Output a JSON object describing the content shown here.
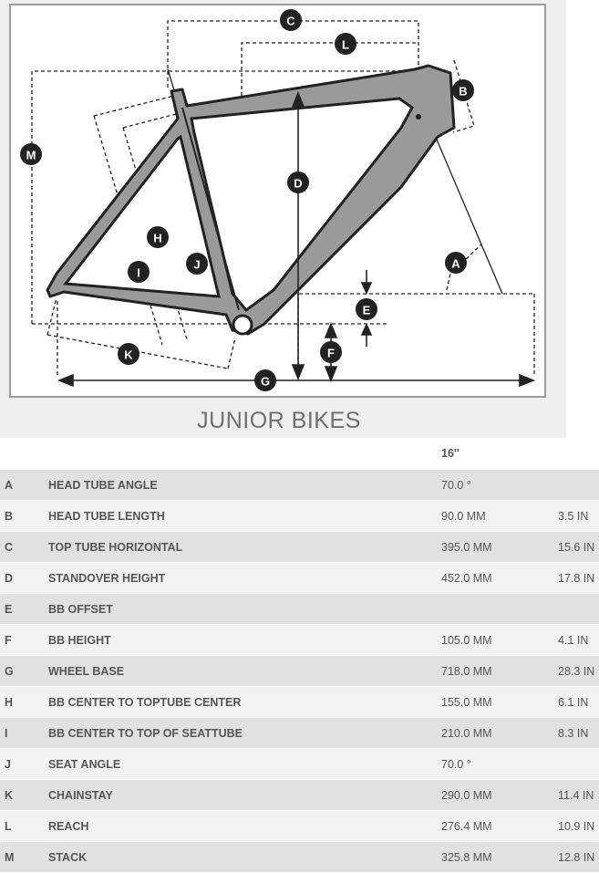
{
  "diagram": {
    "title": "JUNIOR BIKES",
    "callouts": [
      "A",
      "B",
      "C",
      "D",
      "E",
      "F",
      "G",
      "H",
      "I",
      "J",
      "K",
      "L",
      "M"
    ]
  },
  "table": {
    "size_header": "16''",
    "rows": [
      {
        "code": "A",
        "name": "HEAD TUBE ANGLE",
        "mm": "70.0 °",
        "in": ""
      },
      {
        "code": "B",
        "name": "HEAD TUBE LENGTH",
        "mm": "90.0 MM",
        "in": "3.5 IN"
      },
      {
        "code": "C",
        "name": "TOP TUBE HORIZONTAL",
        "mm": "395.0 MM",
        "in": "15.6 IN"
      },
      {
        "code": "D",
        "name": "STANDOVER HEIGHT",
        "mm": "452.0 MM",
        "in": "17.8 IN"
      },
      {
        "code": "E",
        "name": "BB OFFSET",
        "mm": "",
        "in": ""
      },
      {
        "code": "F",
        "name": "BB HEIGHT",
        "mm": "105.0 MM",
        "in": "4.1 IN"
      },
      {
        "code": "G",
        "name": "WHEEL BASE",
        "mm": "718.0 MM",
        "in": "28.3 IN"
      },
      {
        "code": "H",
        "name": "BB CENTER TO TOPTUBE CENTER",
        "mm": "155.0 MM",
        "in": "6.1 IN"
      },
      {
        "code": "I",
        "name": "BB CENTER TO TOP OF SEATTUBE",
        "mm": "210.0 MM",
        "in": "8.3 IN"
      },
      {
        "code": "J",
        "name": "SEAT ANGLE",
        "mm": "70.0 °",
        "in": ""
      },
      {
        "code": "K",
        "name": "CHAINSTAY",
        "mm": "290.0 MM",
        "in": "11.4 IN"
      },
      {
        "code": "L",
        "name": "REACH",
        "mm": "276.4 MM",
        "in": "10.9 IN"
      },
      {
        "code": "M",
        "name": "STACK",
        "mm": "325.8 MM",
        "in": "12.8 IN"
      }
    ]
  }
}
